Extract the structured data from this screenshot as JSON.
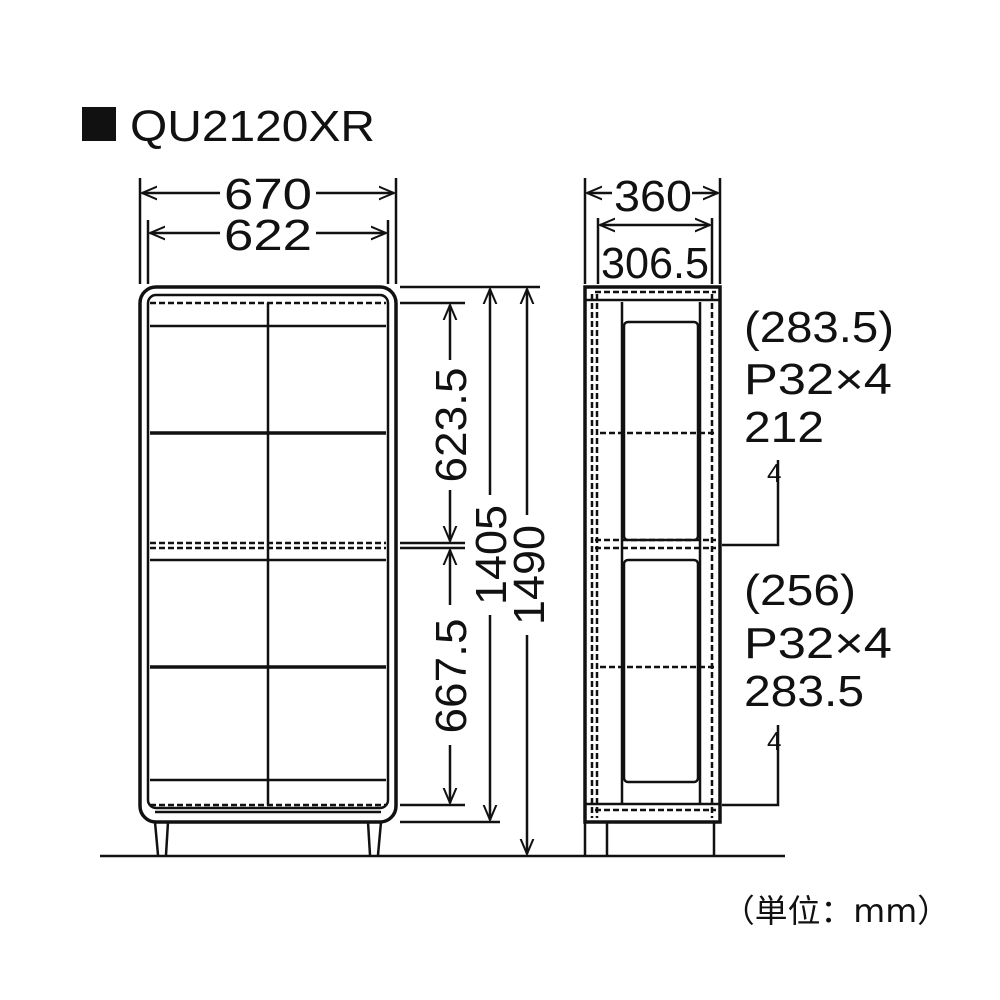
{
  "title": "QU2120XR",
  "front_view": {
    "width_outer": "670",
    "width_inner": "622",
    "height_upper": "623.5",
    "height_lower": "667.5",
    "height_body": "1405",
    "height_total": "1490"
  },
  "side_view": {
    "depth_outer": "360",
    "depth_inner": "306.5",
    "upper_note": {
      "line1": "(283.5)",
      "line2": "P32×4",
      "line3": "212",
      "mark": "4"
    },
    "lower_note": {
      "line1": "(256)",
      "line2": "P32×4",
      "line3": "283.5",
      "mark": "4"
    }
  },
  "unit_label": "（単位：mm）"
}
